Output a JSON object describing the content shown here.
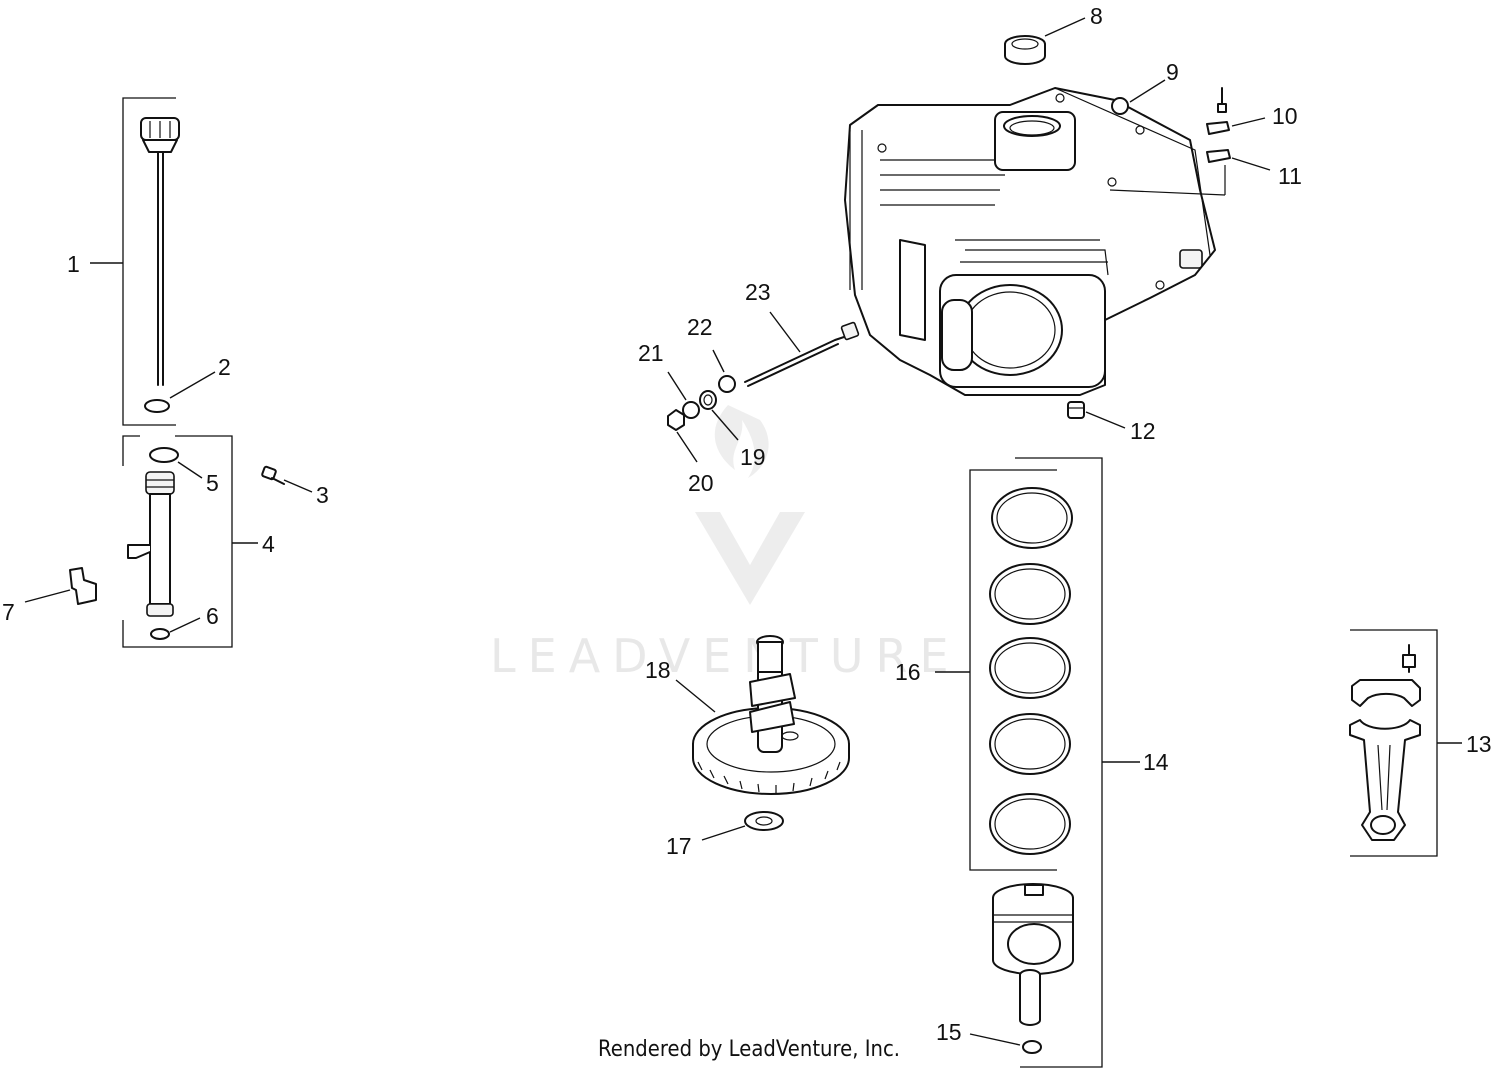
{
  "diagram": {
    "callouts": [
      "1",
      "2",
      "3",
      "4",
      "5",
      "6",
      "7",
      "8",
      "9",
      "10",
      "11",
      "12",
      "13",
      "14",
      "15",
      "16",
      "17",
      "18",
      "19",
      "20",
      "21",
      "22",
      "23"
    ]
  },
  "watermark": {
    "text": "LEADVENTURE"
  },
  "footer": {
    "credit": "Rendered by LeadVenture, Inc."
  }
}
